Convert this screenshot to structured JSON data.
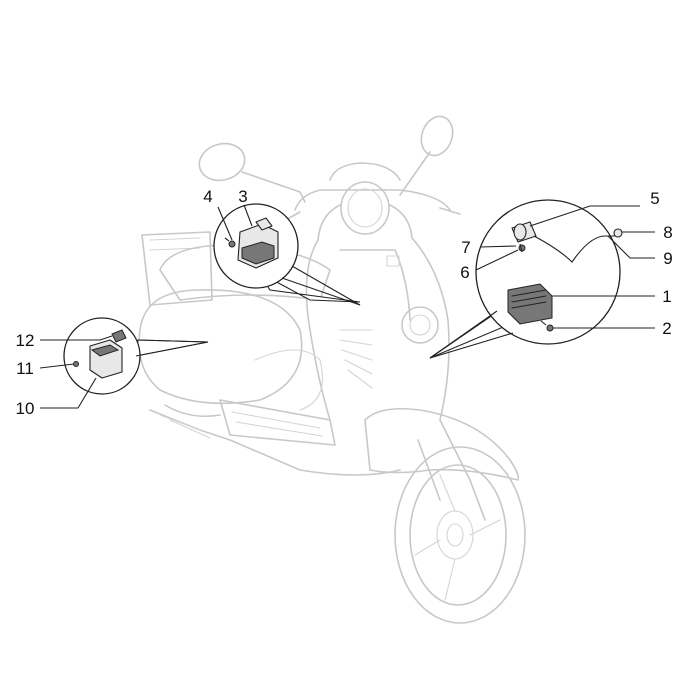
{
  "diagram": {
    "callouts": [
      {
        "id": "1",
        "label": "1"
      },
      {
        "id": "2",
        "label": "2"
      },
      {
        "id": "3",
        "label": "3"
      },
      {
        "id": "4",
        "label": "4"
      },
      {
        "id": "5",
        "label": "5"
      },
      {
        "id": "6",
        "label": "6"
      },
      {
        "id": "7",
        "label": "7"
      },
      {
        "id": "8",
        "label": "8"
      },
      {
        "id": "9",
        "label": "9"
      },
      {
        "id": "10",
        "label": "10"
      },
      {
        "id": "11",
        "label": "11"
      },
      {
        "id": "12",
        "label": "12"
      }
    ],
    "colors": {
      "scooter_outline": "#c8c8c8",
      "detail_outline": "#222222",
      "background": "#ffffff"
    }
  }
}
